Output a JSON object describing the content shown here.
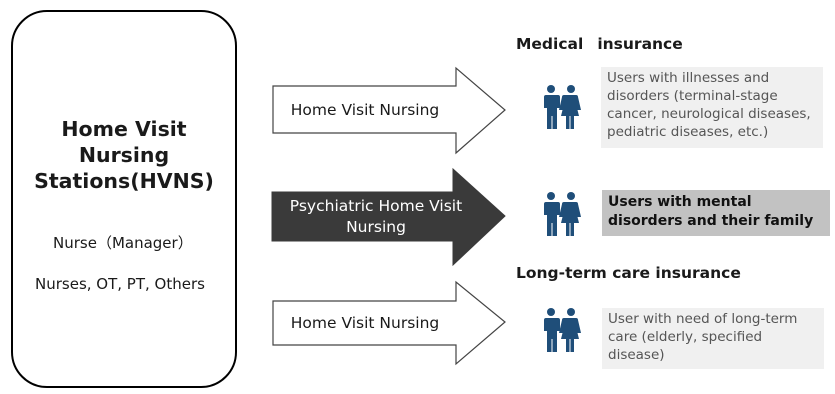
{
  "station": {
    "title_lines": [
      "Home Visit",
      "Nursing",
      "Stations(HVNS)"
    ],
    "staff_1": "Nurse（Manager）",
    "staff_2": "Nurses, OT, PT, Others"
  },
  "arrows": [
    {
      "label": "Home Visit Nursing",
      "style": "outline"
    },
    {
      "label_lines": [
        "Psychiatric Home Visit",
        "Nursing"
      ],
      "style": "filled"
    },
    {
      "label": "Home Visit Nursing",
      "style": "outline"
    }
  ],
  "headings": {
    "medical_word1": "Medical",
    "medical_word2": "insurance",
    "ltc": "Long-term care insurance"
  },
  "users": [
    {
      "icon": "couple-icon",
      "text": "Users with illnesses and disorders (terminal-stage cancer, neurological diseases, pediatric diseases, etc.)"
    },
    {
      "icon": "couple-icon",
      "text": "Users with mental disorders and their family"
    },
    {
      "icon": "couple-icon",
      "text": "User with need of long-term care (elderly, specified disease)"
    }
  ],
  "colors": {
    "icon_blue": "#1f4e79",
    "filled_arrow": "#3a3a3a",
    "highlight_box": "#c2c2c2",
    "light_box": "#f0f0f0"
  }
}
